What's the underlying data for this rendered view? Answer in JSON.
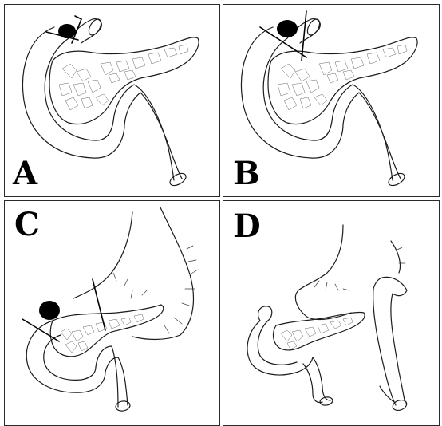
{
  "figure": {
    "panels": [
      {
        "id": "A",
        "label": "A",
        "description_icon": "pancreas-duodenum-resection-icon"
      },
      {
        "id": "B",
        "label": "B",
        "description_icon": "pancreas-duodenum-resection-icon"
      },
      {
        "id": "C",
        "label": "C",
        "description_icon": "pancreas-stomach-resection-icon"
      },
      {
        "id": "D",
        "label": "D",
        "description_icon": "pancreas-stomach-reconstruction-icon"
      }
    ]
  },
  "colors": {
    "ink": "#1c1c1c",
    "tumor": "#000000",
    "border": "#2b2b2b",
    "background": "#ffffff"
  }
}
